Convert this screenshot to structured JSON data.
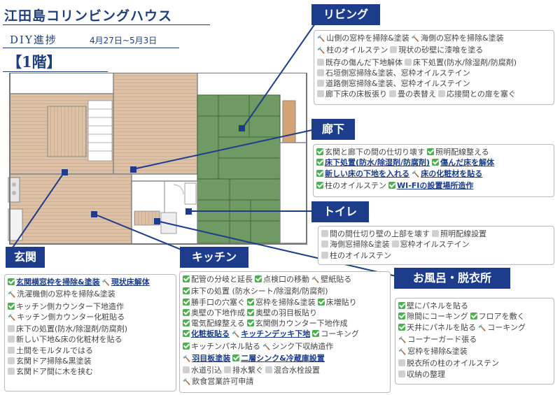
{
  "header": {
    "title": "江田島コリンビングハウス",
    "subtitle": "DIY進捗",
    "dates": "4月27日~5月3日",
    "floor": "【1階】"
  },
  "rooms": {
    "living": {
      "label": "リビング",
      "lines": [
        [
          {
            "s": "wip",
            "t": "山側の窓枠を掃除&塗装"
          },
          {
            "s": "wip",
            "t": "海側の窓枠を掃除&塗装"
          }
        ],
        [
          {
            "s": "wip",
            "t": "柱のオイルステン"
          },
          {
            "s": "todo",
            "t": "現状の砂壁に漆喰を塗る"
          }
        ],
        [
          {
            "s": "todo",
            "t": "既存の傷んだ下地解体"
          },
          {
            "s": "todo",
            "t": "床下処置(防水/除湿剤/防腐剤)"
          }
        ],
        [
          {
            "s": "todo",
            "t": "石垣側窓掃除&塗装、窓枠オイルステイン"
          }
        ],
        [
          {
            "s": "todo",
            "t": "道路側窓掃除&塗装、窓枠オイルステイン"
          }
        ],
        [
          {
            "s": "todo",
            "t": "廊下床の床板張り"
          },
          {
            "s": "todo",
            "t": "畳の表替え"
          },
          {
            "s": "todo",
            "t": "応接間との扉を塞ぐ"
          }
        ]
      ]
    },
    "hallway": {
      "label": "廊下",
      "lines": [
        [
          {
            "s": "done",
            "t": "玄関と廊下の間の仕切り壊す"
          },
          {
            "s": "done",
            "t": "照明配線整える"
          }
        ],
        [
          {
            "s": "done",
            "t": "床下処置(防水/除湿剤/防腐剤)",
            "b": true
          },
          {
            "s": "done",
            "t": "傷んだ床を解体",
            "b": true
          }
        ],
        [
          {
            "s": "done",
            "t": "新しい床の下地を入れる",
            "b": true
          },
          {
            "s": "wip",
            "t": "床の化粧材を貼る",
            "b": true
          }
        ],
        [
          {
            "s": "done",
            "t": "柱のオイルステン"
          },
          {
            "s": "done",
            "t": "WI-FIの設置場所造作",
            "b": true
          }
        ]
      ]
    },
    "toilet": {
      "label": "トイレ",
      "lines": [
        [
          {
            "s": "todo",
            "t": "間の間仕切り壁の上部を壊す"
          },
          {
            "s": "todo",
            "t": "照明配線設置"
          }
        ],
        [
          {
            "s": "todo",
            "t": "海側窓掃除&塗装"
          },
          {
            "s": "todo",
            "t": "窓枠オイルステイン"
          }
        ],
        [
          {
            "s": "todo",
            "t": "柱のオイルステン"
          }
        ]
      ]
    },
    "entrance": {
      "label": "玄関",
      "lines": [
        [
          {
            "s": "done",
            "t": "玄関横窓枠を掃除&塗装",
            "b": true
          },
          {
            "s": "wip",
            "t": "現状床解体",
            "b": true
          }
        ],
        [
          {
            "s": "wip",
            "t": "洗濯機側の窓枠を掃除&塗装"
          }
        ],
        [
          {
            "s": "done",
            "t": "キッチン側カウンター下地造作"
          }
        ],
        [
          {
            "s": "wip",
            "t": "キッチン側カウンター化粧貼る"
          }
        ],
        [
          {
            "s": "todo",
            "t": "床下の処置(防水/除湿剤/防腐剤)"
          }
        ],
        [
          {
            "s": "todo",
            "t": "新しい下地&床の化粧材を貼る"
          }
        ],
        [
          {
            "s": "todo",
            "t": "土間をモルタルではる"
          }
        ],
        [
          {
            "s": "todo",
            "t": "玄関ドア掃除&黒塗装"
          }
        ],
        [
          {
            "s": "todo",
            "t": "玄関ドア間に木を挟む"
          }
        ]
      ]
    },
    "kitchen": {
      "label": "キッチン",
      "lines": [
        [
          {
            "s": "done",
            "t": "配管の分岐と延長"
          },
          {
            "s": "done",
            "t": "点検口の移動"
          },
          {
            "s": "wip",
            "t": "壁紙貼る"
          }
        ],
        [
          {
            "s": "done",
            "t": "床下の処置 (防水シート/除湿剤/防腐剤)"
          }
        ],
        [
          {
            "s": "done",
            "t": "勝手口の穴塞ぐ"
          },
          {
            "s": "done",
            "t": "窓枠を掃除&塗装"
          },
          {
            "s": "done",
            "t": "床増貼り"
          }
        ],
        [
          {
            "s": "done",
            "t": "奥壁の下地作成"
          },
          {
            "s": "done",
            "t": "奥壁の羽目板貼り"
          }
        ],
        [
          {
            "s": "done",
            "t": "電気配線整える"
          },
          {
            "s": "done",
            "t": "玄関側カウンター下地作成"
          }
        ],
        [
          {
            "s": "done",
            "t": "化粧板貼る",
            "b": true
          },
          {
            "s": "wip",
            "t": "キッチンデッキ下地",
            "b": true
          },
          {
            "s": "done",
            "t": "コーキング"
          }
        ],
        [
          {
            "s": "done",
            "t": "キッチンパネル貼る"
          },
          {
            "s": "wip",
            "t": "シンク下収納造作"
          }
        ],
        [
          {
            "s": "wip",
            "t": "羽目板塗装",
            "b": true
          },
          {
            "s": "done",
            "t": "二層シンク&冷蔵庫設置",
            "b": true
          }
        ],
        [
          {
            "s": "todo",
            "t": "水道引込"
          },
          {
            "s": "todo",
            "t": "排水繋ぐ"
          },
          {
            "s": "todo",
            "t": "混合水栓設置"
          }
        ],
        [
          {
            "s": "wip",
            "t": "飲食営業許可申請"
          }
        ]
      ]
    },
    "bath": {
      "label": "お風呂・脱衣所",
      "lines": [
        [
          {
            "s": "done",
            "t": "壁にパネルを貼る"
          }
        ],
        [
          {
            "s": "done",
            "t": "隙間にコーキング"
          },
          {
            "s": "done",
            "t": "フロアを敷く"
          }
        ],
        [
          {
            "s": "done",
            "t": "天井にパネルを貼る"
          },
          {
            "s": "wip",
            "t": "コーキング"
          }
        ],
        [
          {
            "s": "wip",
            "t": "コーナーガード張る"
          }
        ],
        [
          {
            "s": "wip",
            "t": "窓枠を掃除&塗装"
          }
        ],
        [
          {
            "s": "todo",
            "t": "脱衣所の柱のオイルステン"
          }
        ],
        [
          {
            "s": "todo",
            "t": "収納の整理"
          }
        ]
      ]
    }
  },
  "icons": {
    "todo": "gray-square-icon",
    "done": "green-check-icon",
    "wip": "hammer-icon"
  },
  "colors": {
    "tag": "#1d3d8c",
    "done": "#4caf50",
    "todo": "#d0d0d0",
    "wip": "#d69a16",
    "tatami": "#6f9a63",
    "wood": "#dcc1a6"
  }
}
